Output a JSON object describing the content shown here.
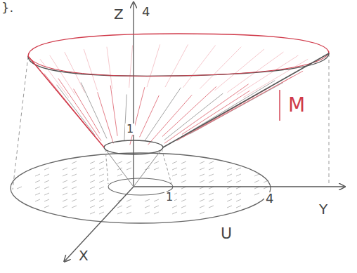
{
  "diagram": {
    "labels": [
      "}.",
      "Z",
      "4",
      "1",
      "M",
      "1",
      "4",
      "Y",
      "U",
      "X"
    ]
  }
}
